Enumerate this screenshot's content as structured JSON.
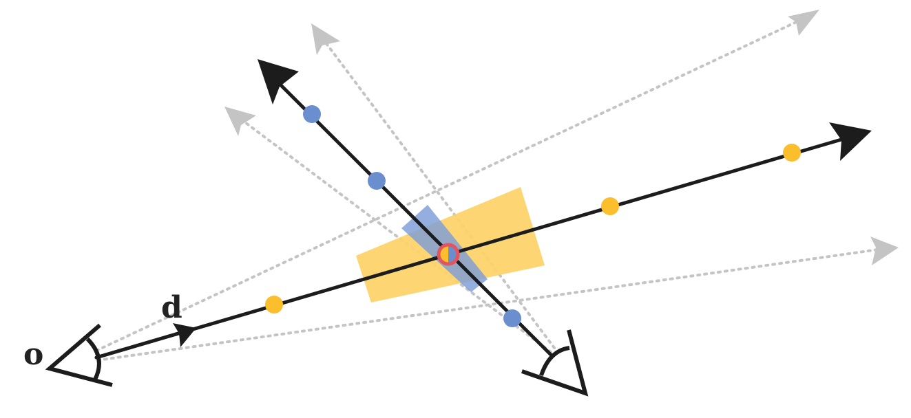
{
  "labels": {
    "origin": "o",
    "direction": "d"
  },
  "colors": {
    "ray": "#1c1c1c",
    "secondary_ray": "#c4c4c4",
    "yellow_frustum": "#fdd368",
    "blue_frustum": "#7c9ed8",
    "yellow_sample": "#fbbe2c",
    "blue_sample": "#6b8ecf",
    "intersection": "#e2555c"
  },
  "counts": {
    "yellow_samples": 3,
    "blue_samples": 3,
    "secondary_rays": 4
  }
}
